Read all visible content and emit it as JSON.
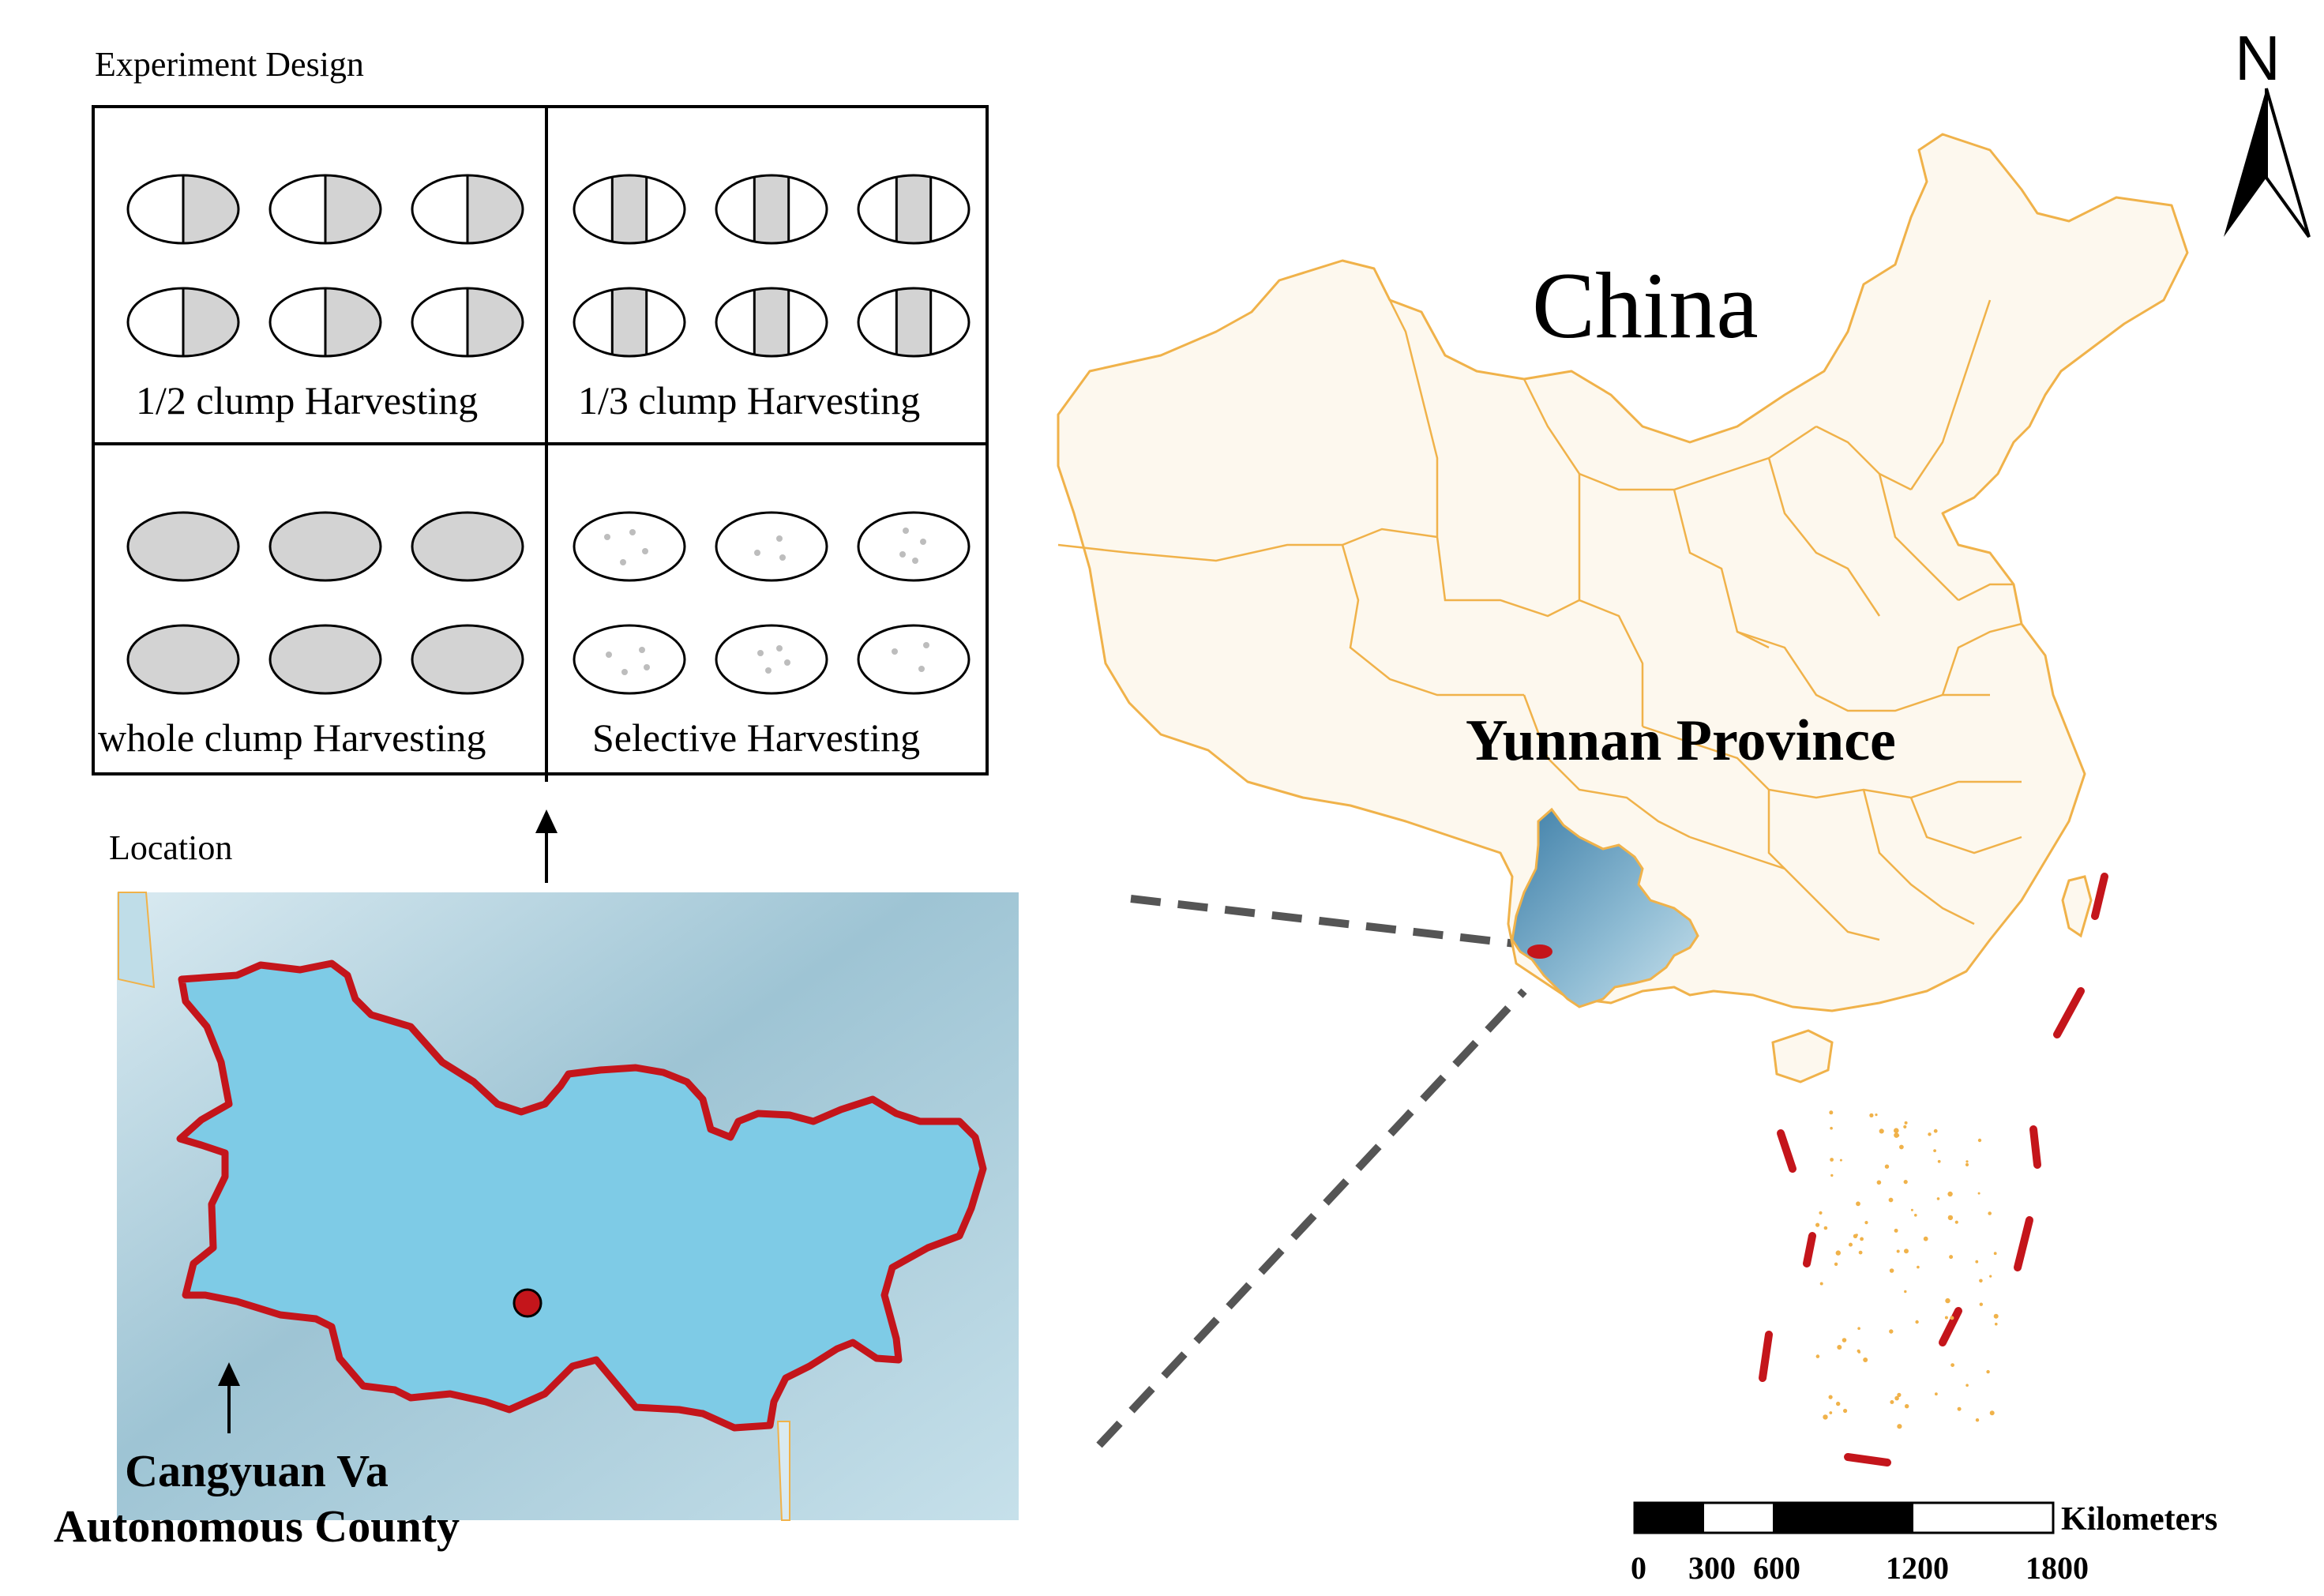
{
  "design": {
    "title": "Experiment Design",
    "panels": [
      {
        "label": "1/2 clump Harvesting",
        "pattern": "half"
      },
      {
        "label": "1/3 clump Harvesting",
        "pattern": "third"
      },
      {
        "label": "whole clump Harvesting",
        "pattern": "whole"
      },
      {
        "label": "Selective Harvesting",
        "pattern": "selective"
      }
    ]
  },
  "location": {
    "title": "Location",
    "county": {
      "line1": "Cangyuan Va",
      "line2": "Autonomous County"
    }
  },
  "map": {
    "country": "China",
    "province": "Yunnan Province"
  },
  "compass": {
    "label": "N",
    "icon": "north-arrow-icon"
  },
  "scale_bar": {
    "units": "Kilometers",
    "ticks": [
      "0",
      "300",
      "600",
      "1200",
      "1800"
    ]
  },
  "colors": {
    "china_fill": "#fdf8ee",
    "province_border": "#f0b24a",
    "county_border": "#c4151b",
    "county_fill": "#7ecbe6",
    "terrain": "#b6d7e3",
    "clump_fill": "#d3d3d3",
    "site_marker": "#c4151b",
    "nine_dash": "#c4151b"
  }
}
